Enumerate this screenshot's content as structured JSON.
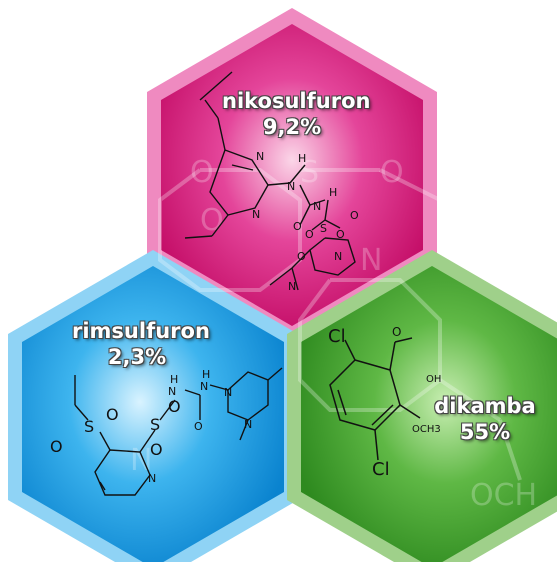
{
  "hexagons": [
    {
      "id": "nikosulfuron",
      "name": "nikosulfuron",
      "percent": "9,2%",
      "color_outer": "#ef8ac0",
      "color_inner": "#d6156f",
      "color_light": "#f7b4d3"
    },
    {
      "id": "rimsulfuron",
      "name": "rimsulfuron",
      "percent": "2,3%",
      "color_outer": "#8fd3f5",
      "color_inner": "#1aa0e4",
      "color_light": "#bfe7fb"
    },
    {
      "id": "dikamba",
      "name": "dikamba",
      "percent": "55%",
      "color_outer": "#9fd08a",
      "color_inner": "#3b9b2a",
      "color_light": "#c8e7b8"
    }
  ],
  "structure_labels": {
    "nikosulfuron": [
      "N",
      "N",
      "N",
      "H",
      "O",
      "O",
      "O",
      "S",
      "N",
      "H",
      "N",
      "O",
      "O",
      "N",
      "N"
    ],
    "rimsulfuron": [
      "O",
      "S",
      "O",
      "S",
      "O",
      "O",
      "N",
      "H",
      "N",
      "H",
      "O",
      "N",
      "N",
      "N"
    ],
    "dikamba": [
      "Cl",
      "O",
      "OH",
      "OCH3",
      "Cl"
    ],
    "background": [
      "O",
      "S",
      "O",
      "O",
      "N",
      "OCH",
      "N"
    ]
  }
}
